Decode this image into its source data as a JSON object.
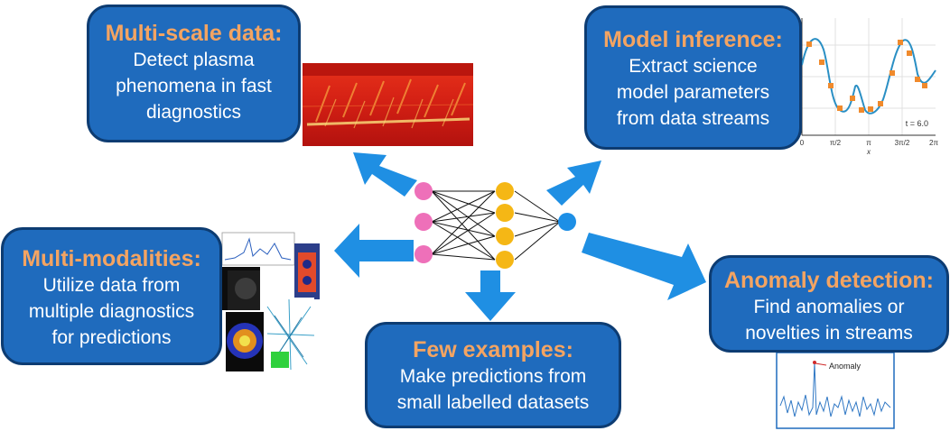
{
  "boxes": {
    "multiscale": {
      "title": "Multi-scale data:",
      "lines": [
        "Detect plasma",
        "phenomena in fast",
        "diagnostics"
      ]
    },
    "inference": {
      "title": "Model inference:",
      "lines": [
        "Extract science",
        "model parameters",
        "from data streams"
      ]
    },
    "modalities": {
      "title": "Multi-modalities:",
      "lines": [
        "Utilize data from",
        "multiple diagnostics",
        "for predictions"
      ]
    },
    "fewshot": {
      "title": "Few examples:",
      "lines": [
        "Make predictions from",
        "small labelled datasets"
      ]
    },
    "anomaly": {
      "title": "Anomaly detection:",
      "lines": [
        "Find anomalies or",
        "novelties in streams"
      ]
    }
  },
  "inference_plot": {
    "time_label": "t = 6.0",
    "x_ticks": [
      "0",
      "π/2",
      "π",
      "3π/2",
      "2π"
    ],
    "x_label": "x"
  },
  "anomaly_plot": {
    "annotation": "Anomaly"
  },
  "colors": {
    "box_fill": "#1f6bbd",
    "box_border": "#0d3c72",
    "title": "#f4a462",
    "arrow": "#1f8fe3",
    "input_node": "#ee70b9",
    "hidden_node": "#f5b715",
    "output_node": "#1d8fe6"
  }
}
